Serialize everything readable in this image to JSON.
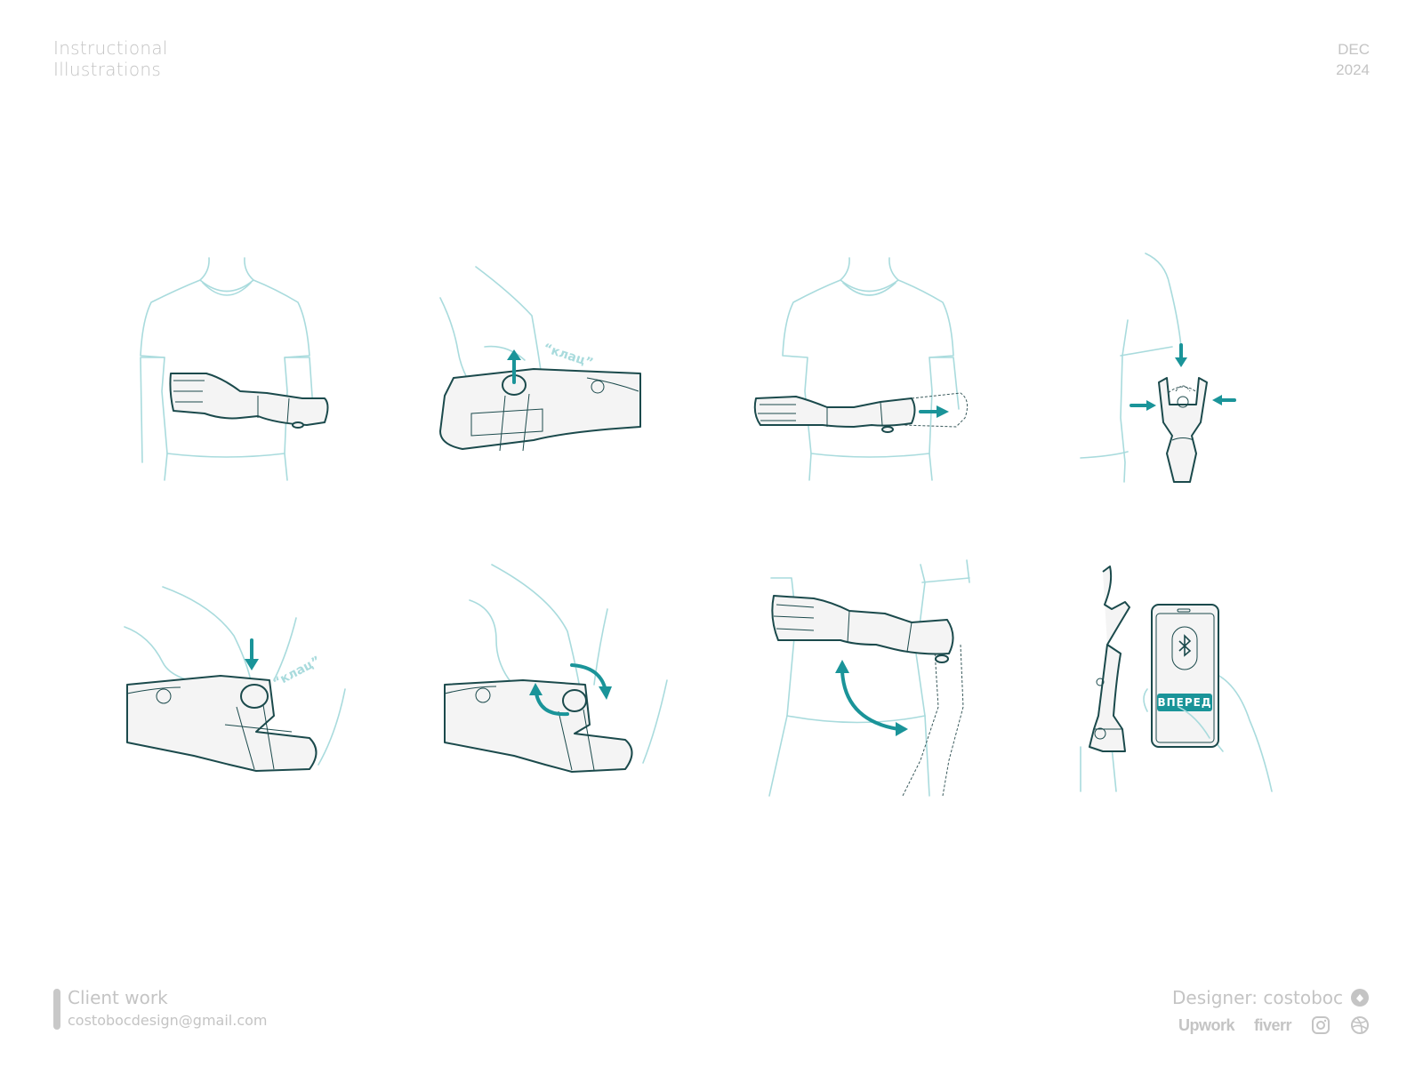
{
  "header": {
    "title_line1": "Instructional",
    "title_line2": "Illustrations",
    "date_month": "DEC",
    "date_year": "2024"
  },
  "colors": {
    "accent": "#1a9499",
    "body_outline": "#a9dbdd",
    "prosthesis_outline": "#1b4a4c",
    "prosthesis_fill": "#f4f4f4",
    "meta_text": "#c4c4c4"
  },
  "panels": [
    {
      "id": 1,
      "subject": "torso-front-prosthetic-arm-across-body",
      "arrows": []
    },
    {
      "id": 2,
      "subject": "hand-pulling-socket-valve-up",
      "arrows": [
        "up"
      ],
      "sound_text": "“клац”"
    },
    {
      "id": 3,
      "subject": "torso-front-arm-slides-out",
      "arrows": [
        "right"
      ]
    },
    {
      "id": 4,
      "subject": "side-view-socket-compression",
      "arrows": [
        "down",
        "right",
        "left"
      ]
    },
    {
      "id": 5,
      "subject": "finger-pressing-valve-down",
      "arrows": [
        "down"
      ],
      "sound_text": "“клац”"
    },
    {
      "id": 6,
      "subject": "fingers-rotating-valve",
      "arrows": [
        "rotate-ccw",
        "rotate-cw"
      ]
    },
    {
      "id": 7,
      "subject": "arm-swing-from-side",
      "arrows": [
        "curved-double"
      ]
    },
    {
      "id": 8,
      "subject": "prosthetic-hand-and-phone-app",
      "phone": {
        "icon": "bluetooth-icon",
        "button_label": "ВПЕРЕД"
      }
    }
  ],
  "footer": {
    "left_title": "Client work",
    "email": "costobocdesign@gmail.com",
    "designer_label": "Designer: costoboc",
    "social": {
      "upwork": "Upwork",
      "fiverr": "fiverr"
    },
    "icons": [
      "costoboc-logo-icon",
      "upwork-logo",
      "fiverr-logo",
      "instagram-icon",
      "dribbble-icon"
    ]
  }
}
